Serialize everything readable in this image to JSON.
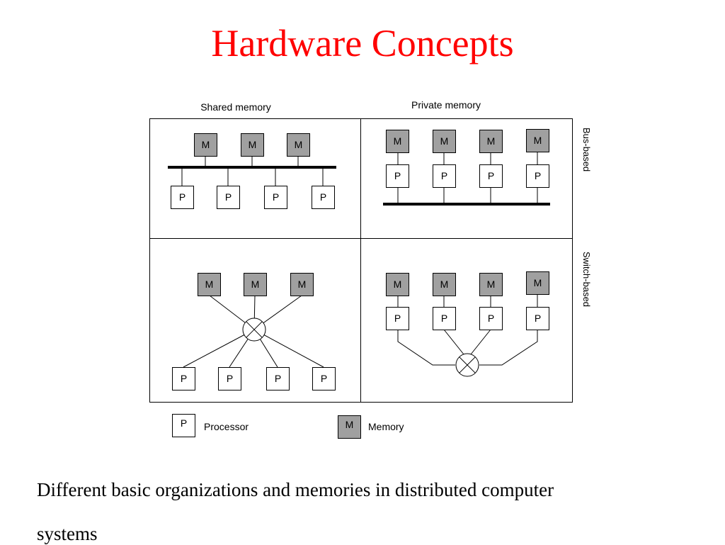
{
  "title": "Hardware Concepts",
  "columns": {
    "left": "Shared memory",
    "right": "Private memory"
  },
  "rows": {
    "top": "Bus-based",
    "bottom": "Switch-based"
  },
  "box_labels": {
    "memory": "M",
    "processor": "P"
  },
  "legend": {
    "processor_box": "P",
    "processor_label": "Processor",
    "memory_box": "M",
    "memory_label": "Memory"
  },
  "colors": {
    "title": "#ff0000",
    "memory_fill": "#a0a0a0",
    "processor_fill": "#ffffff"
  },
  "caption": {
    "line1": "Different basic organizations and memories in distributed computer",
    "line2": "systems"
  }
}
